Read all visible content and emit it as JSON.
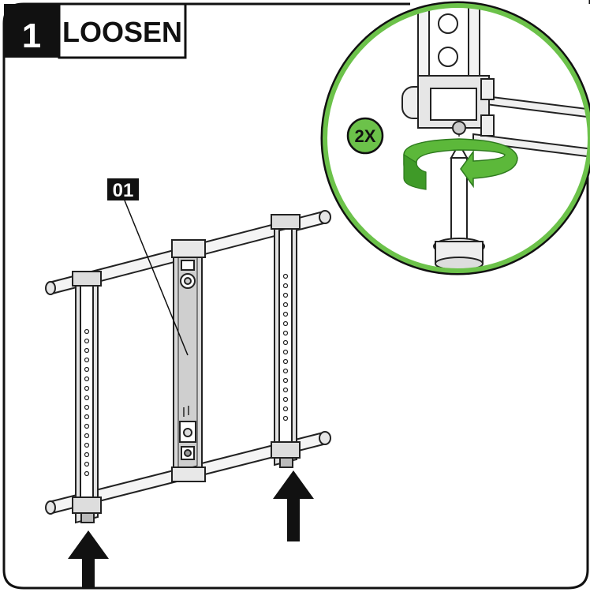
{
  "step": {
    "number": "1",
    "title": "LOOSEN"
  },
  "callouts": {
    "part_label": "01",
    "multiplier": "2X"
  },
  "colors": {
    "frame_stroke": "#111111",
    "step_badge_bg": "#111111",
    "step_badge_text": "#ffffff",
    "zoom_ring": "#6cc24a",
    "rotate_arrow": "#5cb83a",
    "multiplier_badge": "#6cc24a",
    "part_label_bg": "#111111",
    "part_label_text": "#ffffff",
    "bracket_fill": "#d8d8d8",
    "bracket_stroke": "#222222",
    "direction_arrow": "#111111"
  },
  "icons": {
    "step_badge": "step-number-badge",
    "rotate": "counterclockwise-rotate-arrow-icon",
    "direction": "up-arrow-icon",
    "tool": "phillips-screwdriver-icon"
  }
}
